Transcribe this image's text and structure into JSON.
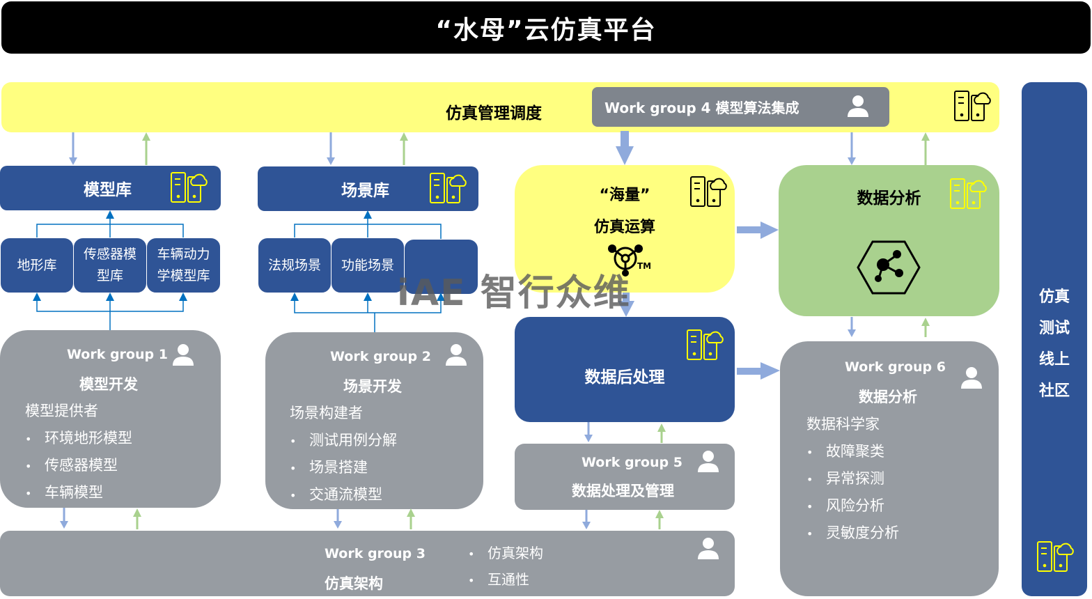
{
  "title": "“水母”云仿真平台",
  "scheduler": {
    "label": "仿真管理调度",
    "workgroup4": "Work group 4 模型算法集成"
  },
  "model_library": {
    "label": "模型库",
    "subs": [
      "地形库",
      "传感器模型库",
      "车辆动力学模型库"
    ],
    "subs_lines": [
      [
        "地形库"
      ],
      [
        "传感器模",
        "型库"
      ],
      [
        "车辆动力",
        "学模型库"
      ]
    ]
  },
  "scene_library": {
    "label": "场景库",
    "subs": [
      "法规场景",
      "功能场景",
      ""
    ]
  },
  "mass_sim": {
    "line1": "“海量”",
    "line2": "仿真运算",
    "tm": "TM"
  },
  "post_processing": {
    "label": "数据后处理"
  },
  "data_analysis": {
    "label": "数据分析"
  },
  "workgroups": [
    {
      "head": "Work group 1",
      "title": "模型开发",
      "role": "模型提供者",
      "items": [
        "环境地形模型",
        "传感器模型",
        "车辆模型"
      ]
    },
    {
      "head": "Work group 2",
      "title": "场景开发",
      "role": "场景构建者",
      "items": [
        "测试用例分解",
        "场景搭建",
        "交通流模型"
      ]
    },
    {
      "head": "Work group 3",
      "title": "仿真架构",
      "items": [
        "仿真架构",
        "互通性"
      ]
    },
    {
      "head": "Work group 5",
      "title": "数据处理及管理"
    },
    {
      "head": "Work group 6",
      "title": "数据分析",
      "role": "数据科学家",
      "items": [
        "故障聚类",
        "异常探测",
        "风险分析",
        "灵敏度分析"
      ]
    }
  ],
  "community": {
    "lines": [
      "仿真",
      "测试",
      "线上",
      "社区"
    ]
  },
  "watermark": "iAE 智行众维",
  "bullet": "•",
  "icons": {
    "server": "server-cloud-icon",
    "person": "person-icon",
    "network": "network-hexagon-icon",
    "mass": "tri-node-icon"
  },
  "colors": {
    "title_bg": "#000000",
    "yellow": "#ffff80",
    "blue": "#2f5496",
    "gray": "#979ca2",
    "green": "#a9d18e",
    "arrow_blue": "#8faadc",
    "arrow_green": "#a9d18e",
    "connector": "#0070c0",
    "server_yellow": "#ffff00"
  }
}
